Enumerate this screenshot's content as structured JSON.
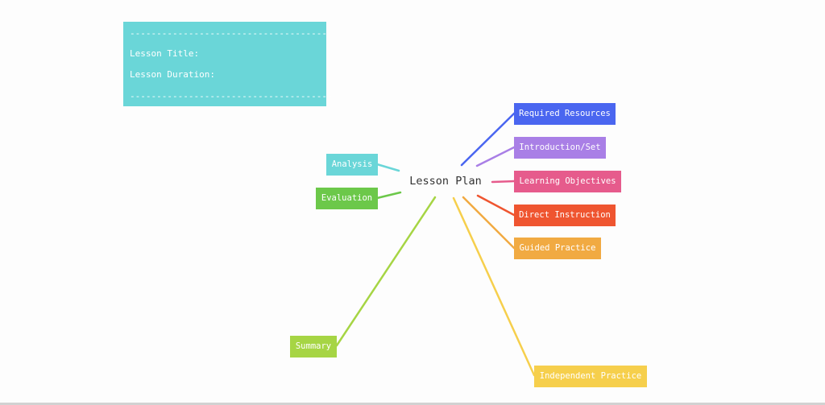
{
  "info_card": {
    "top_rule": "-------------------------------------",
    "title_label": "Lesson Title:",
    "duration_label": "Lesson Duration:",
    "bottom_rule": "--------------------------------------"
  },
  "central_topic": "Lesson Plan",
  "branches": {
    "required_resources": {
      "label": "Required Resources",
      "color": "#4a66f0"
    },
    "introduction_set": {
      "label": "Introduction/Set",
      "color": "#a97fe6"
    },
    "learning_objectives": {
      "label": "Learning Objectives",
      "color": "#e65b8c"
    },
    "direct_instruction": {
      "label": "Direct Instruction",
      "color": "#ef5530"
    },
    "guided_practice": {
      "label": "Guided Practice",
      "color": "#f1aa42"
    },
    "independent_practice": {
      "label": "Independent Practice",
      "color": "#f6cf4c"
    },
    "summary": {
      "label": "Summary",
      "color": "#a6d544"
    },
    "evaluation": {
      "label": "Evaluation",
      "color": "#6cc84a"
    },
    "analysis": {
      "label": "Analysis",
      "color": "#6ad6d8"
    }
  }
}
